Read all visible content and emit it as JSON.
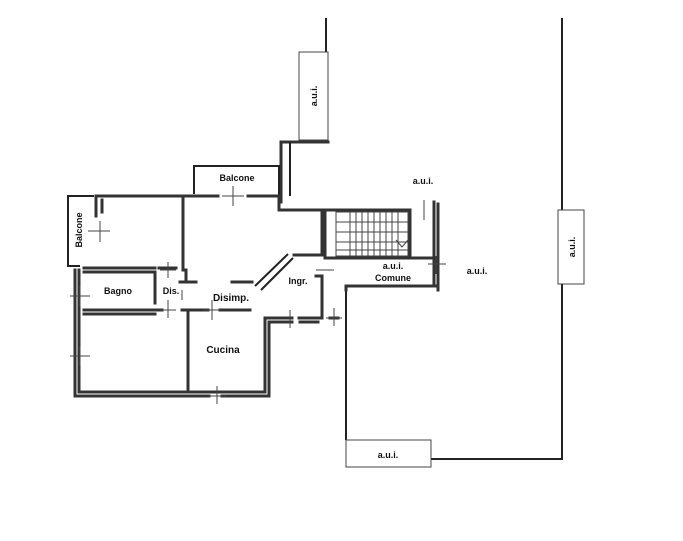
{
  "floor_plan": {
    "labels": {
      "aui_top": "a.u.i.",
      "aui_right_strip": "a.u.i.",
      "aui_stair": "a.u.i.",
      "aui_stair_landing": "a.u.i.",
      "aui_right": "a.u.i.",
      "aui_bottom": "a.u.i.",
      "balcone_top": "Balcone",
      "balcone_left": "Balcone",
      "bagno": "Bagno",
      "dis": "Dis.",
      "disimp": "Disimp.",
      "ingr": "Ingr.",
      "comune": "Comune",
      "cucina": "Cucina"
    }
  }
}
